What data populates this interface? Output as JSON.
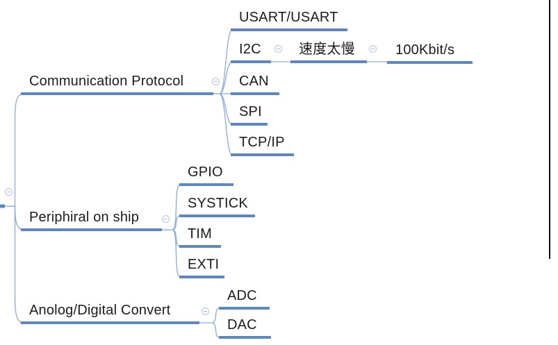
{
  "app": {
    "type": "mindmap-canvas"
  },
  "colors": {
    "branch": "#5b87c5",
    "thin-line": "#8aa9d6",
    "text": "#1b1b1b",
    "collapse-border": "#b6c4e4",
    "collapse-fill": "#fdfdff",
    "collapse-minus": "#a9b8dd",
    "canvas-bg": "#ffffff",
    "window-edge": "#0c0c0c"
  },
  "icons": {
    "collapse": "minus-circle"
  },
  "mindmap": {
    "branches": [
      {
        "label": "Communication Protocol",
        "children": [
          {
            "label": "USART/USART"
          },
          {
            "label": "I2C",
            "children": [
              {
                "label": "速度太慢",
                "children": [
                  {
                    "label": "100Kbit/s"
                  }
                ]
              }
            ]
          },
          {
            "label": "CAN"
          },
          {
            "label": "SPI"
          },
          {
            "label": "TCP/IP"
          }
        ]
      },
      {
        "label": "Periphiral on ship",
        "children": [
          {
            "label": "GPIO"
          },
          {
            "label": "SYSTICK"
          },
          {
            "label": "TIM"
          },
          {
            "label": "EXTI"
          }
        ]
      },
      {
        "label": "Anolog/Digital Convert",
        "children": [
          {
            "label": "ADC"
          },
          {
            "label": "DAC"
          }
        ]
      }
    ]
  }
}
